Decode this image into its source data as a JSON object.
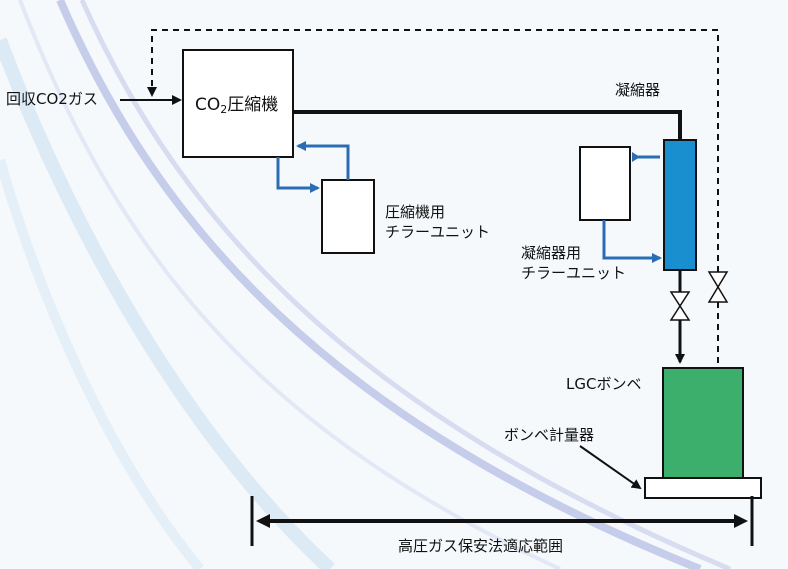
{
  "labels": {
    "recovered_gas": "回収CO2ガス",
    "compressor_prefix": "CO",
    "compressor_sub": "2",
    "compressor_suffix": "圧縮機",
    "condenser": "凝縮器",
    "compressor_chiller_line1": "圧縮機用",
    "compressor_chiller_line2": "チラーユニット",
    "condenser_chiller_line1": "凝縮器用",
    "condenser_chiller_line2": "チラーユニット",
    "cylinder": "LGCボンベ",
    "scale": "ボンベ計量器",
    "scope": "高圧ガス保安法適応範囲"
  },
  "colors": {
    "line": "#111111",
    "coolant": "#2a6db5",
    "condenser": "#1a8fd0",
    "cylinder": "#3daf6c",
    "box_fill": "#ffffff"
  }
}
